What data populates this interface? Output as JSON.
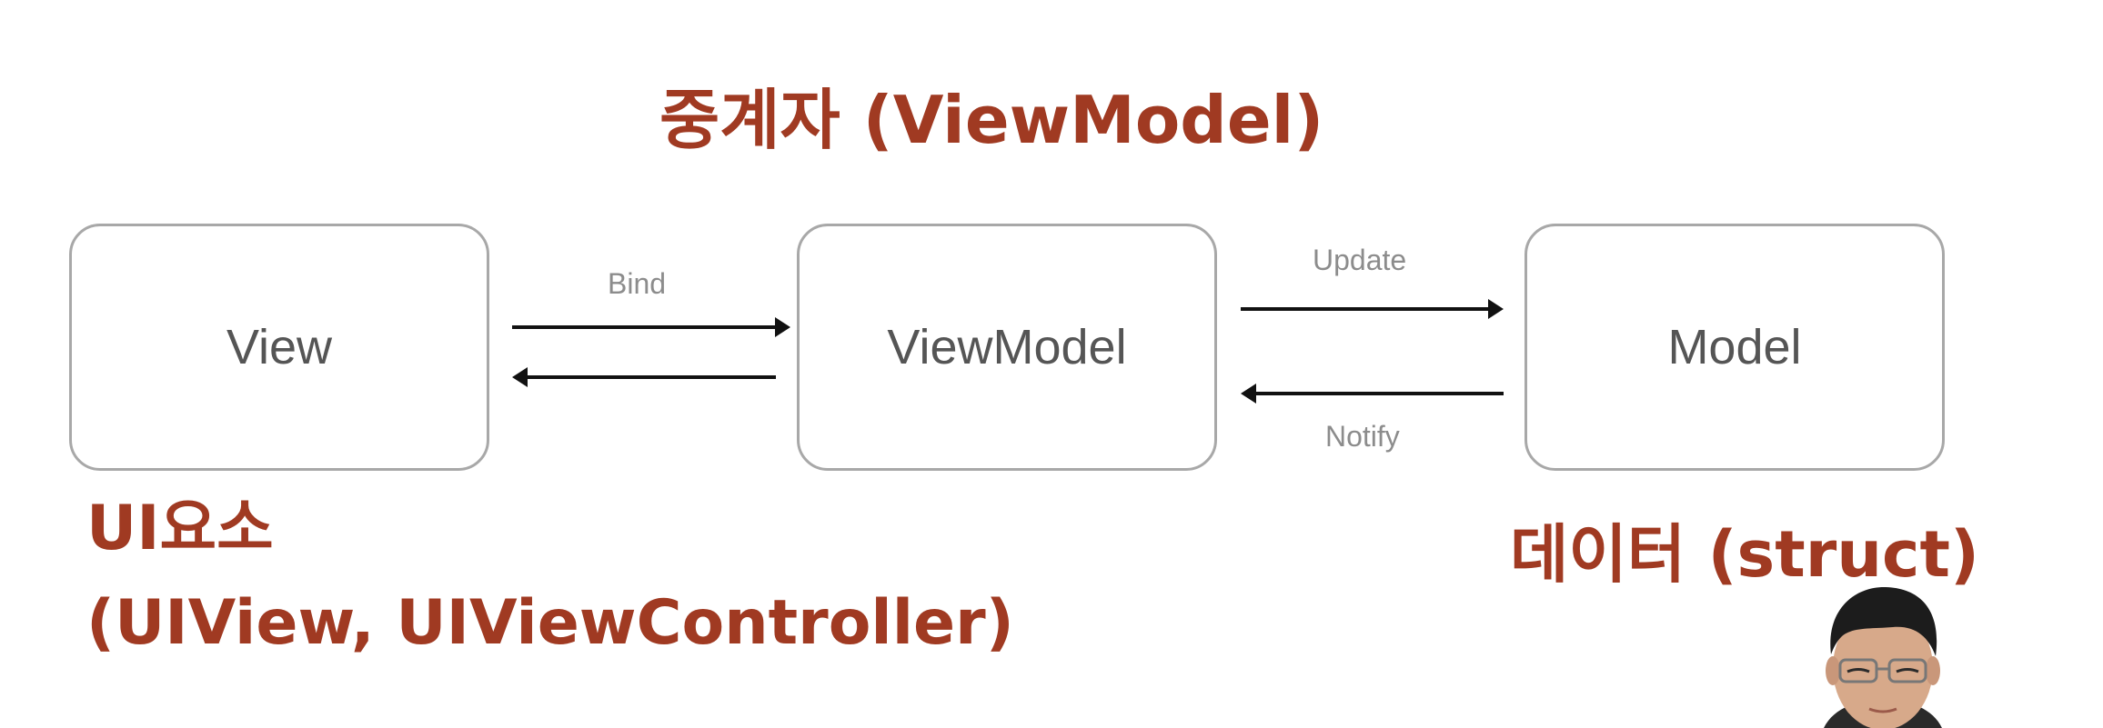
{
  "headings": {
    "viewmodel_title": "중계자 (ViewModel)",
    "ui_line1": "UI요소",
    "ui_line2": "(UIView, UIViewController)",
    "data": "데이터 (struct)"
  },
  "boxes": {
    "view": "View",
    "viewmodel": "ViewModel",
    "model": "Model"
  },
  "arrows": {
    "bind": "Bind",
    "update": "Update",
    "notify": "Notify"
  },
  "colors": {
    "heading": "#a03a22",
    "box_border": "#a8a8a8",
    "box_text": "#555555",
    "arrow_label": "#8c8c8c",
    "arrow": "#111111"
  }
}
